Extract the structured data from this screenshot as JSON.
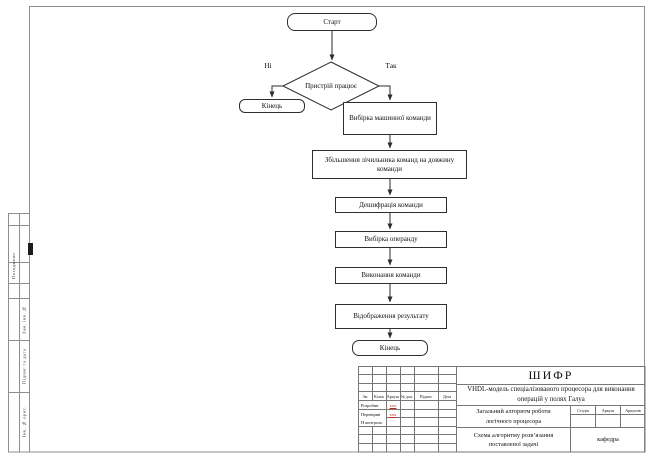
{
  "colors": {
    "frame_line": "#8f8f8f",
    "grid_line": "#777777",
    "flow_line": "#2b2b2b",
    "placeholder_red": "#c2271b",
    "paper": "#ffffff"
  },
  "flowchart": {
    "start": "Старт",
    "decision": "Пристрій працює",
    "branch_no": "Ні",
    "branch_yes": "Так",
    "end_left": "Кінець",
    "steps": {
      "fetch": "Вибірка машинної команди",
      "increment": "Збільшення лічильника команд на довжину команди",
      "decode": "Дешифрація команди",
      "operand": "Вибірка операнду",
      "execute": "Виконання команди",
      "display": "Відображення результату",
      "end": "Кінець"
    }
  },
  "frame_labels": {
    "approved": "Погоджено",
    "zam_inv": "Зам. інв. №",
    "sign_date": "Підпис та дата",
    "inv_orig": "Інв. № ориг."
  },
  "title_block": {
    "code": "ШИФР",
    "project": "VHDL-модель спеціалізованого процесора для виконання операцій у полях Галуа",
    "doc_title": "Загальний алгоритм роботи логічного процесора",
    "sheet_name": "Схема алгоритму розв’язання поставленої задачі",
    "org": "кафедра",
    "rev_cols": [
      "Зм",
      "Кільк",
      "Аркуш",
      "№ док.",
      "Підпис",
      "Дата"
    ],
    "roles": [
      {
        "label": "Розробив",
        "value": "ххх"
      },
      {
        "label": "Перевірив",
        "value": "ххх"
      },
      {
        "label": "Н контроль",
        "value": ""
      }
    ],
    "stage_cols": [
      "Стадія",
      "Аркуш",
      "Аркушів"
    ]
  }
}
